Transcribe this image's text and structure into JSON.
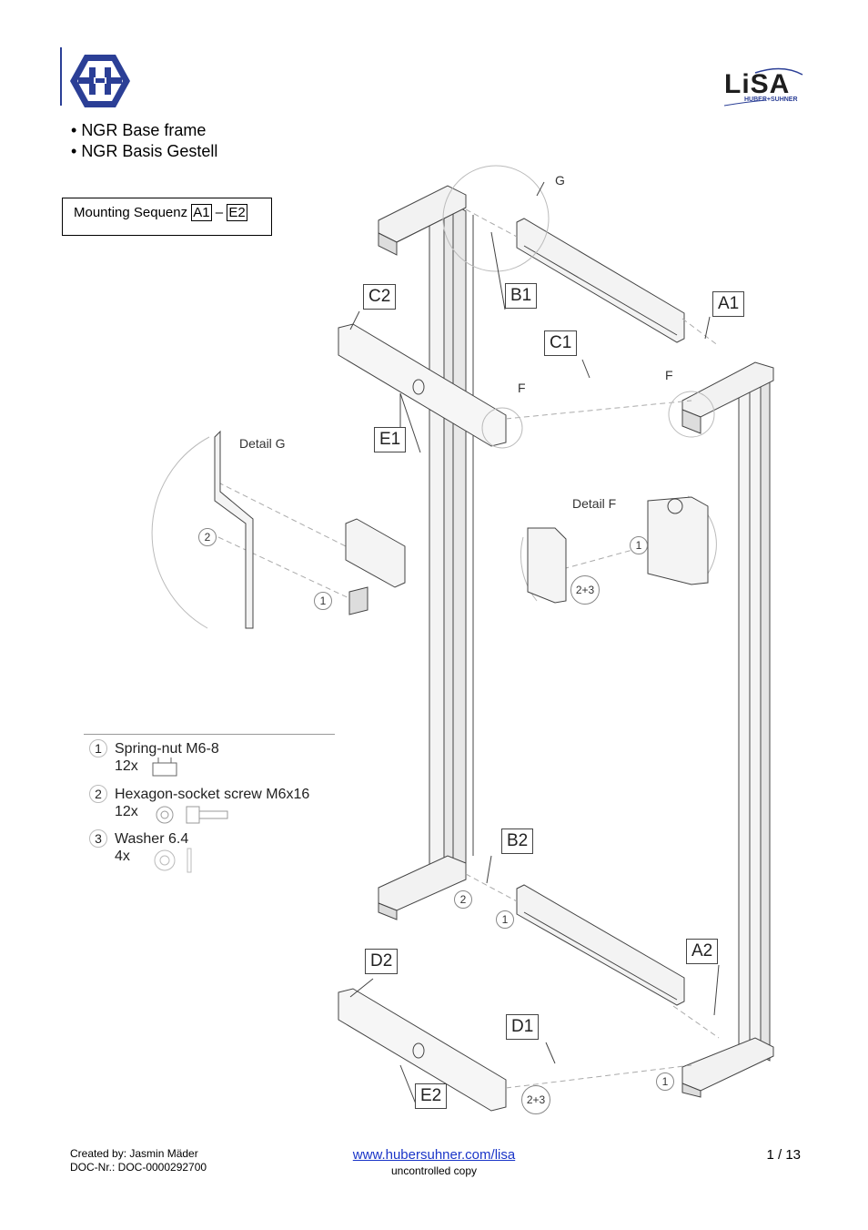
{
  "header": {
    "logo_lisa_text": "LiSA",
    "logo_lisa_subtext": "HUBER+SUHNER",
    "bullets": [
      "NGR Base frame",
      "NGR Basis Gestell"
    ]
  },
  "sequence": {
    "prefix": "Mounting Sequenz",
    "from": "A1",
    "separator": "–",
    "to": "E2"
  },
  "drawing": {
    "callouts": {
      "A1": "A1",
      "A2": "A2",
      "B1": "B1",
      "B2": "B2",
      "C1": "C1",
      "C2": "C2",
      "D1": "D1",
      "D2": "D2",
      "E1": "E1",
      "E2": "E2"
    },
    "detail_g": "Detail G",
    "detail_f": "Detail F",
    "label_g": "G",
    "label_f1": "F",
    "label_f2": "F",
    "num_1": "1",
    "num_2": "2",
    "num_23": "2+3"
  },
  "parts": [
    {
      "num": "1",
      "name": "Spring-nut M6-8",
      "qty": "12x",
      "icon": "spring-nut-icon"
    },
    {
      "num": "2",
      "name": "Hexagon-socket screw M6x16",
      "qty": "12x",
      "icon": "screw-icon"
    },
    {
      "num": "3",
      "name": "Washer 6.4",
      "qty": "4x",
      "icon": "washer-icon"
    }
  ],
  "footer": {
    "created_by": "Created by: Jasmin Mäder",
    "doc_nr": "DOC-Nr.: DOC-0000292700",
    "url": "www.hubersuhner.com/lisa",
    "uncontrolled": "uncontrolled copy",
    "page": "1 / 13"
  },
  "colors": {
    "brand_blue": "#2b3f96",
    "link": "#1a35c8"
  }
}
